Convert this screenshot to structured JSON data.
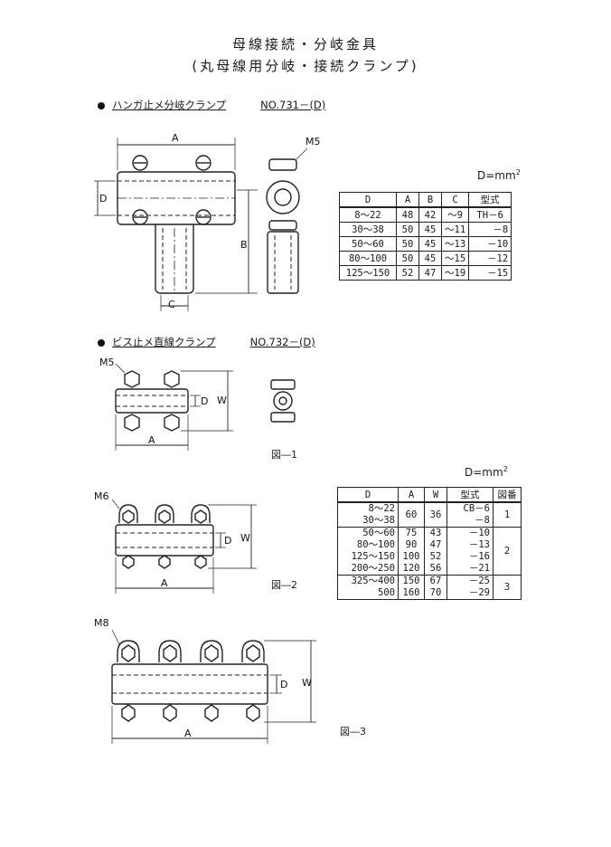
{
  "title_line1": "母線接続・分岐金具",
  "title_line2": "(丸母線用分岐・接続クランプ)",
  "section1": {
    "name": "ハンガ止メ分岐クランプ",
    "code": "NO.731－(D)"
  },
  "section2": {
    "name": "ビス止メ直線クランプ",
    "code": "NO.732－(D)"
  },
  "unit_label": "D=mm",
  "unit_exp": "2",
  "dims": {
    "A": "A",
    "B": "B",
    "C": "C",
    "D": "D",
    "W": "W",
    "M5": "M5",
    "M6": "M6",
    "M8": "M8"
  },
  "figures": {
    "fig1": "図―1",
    "fig2": "図―2",
    "fig3": "図―3"
  },
  "table1": {
    "headers": [
      "D",
      "A",
      "B",
      "C",
      "型式"
    ],
    "rows": [
      [
        "8～22",
        "48",
        "42",
        "～9",
        "TH－6"
      ],
      [
        "30～38",
        "50",
        "45",
        "～11",
        "－8"
      ],
      [
        "50～60",
        "50",
        "45",
        "～13",
        "－10"
      ],
      [
        "80～100",
        "50",
        "45",
        "～15",
        "－12"
      ],
      [
        "125～150",
        "52",
        "47",
        "～19",
        "－15"
      ]
    ]
  },
  "table2": {
    "headers": [
      "D",
      "A",
      "W",
      "型式",
      "図番"
    ],
    "groups": [
      {
        "fig": "1",
        "rows": [
          {
            "d": "8～22",
            "a": "60",
            "w": "36",
            "model": "CB－6"
          },
          {
            "d": "30～38",
            "a": "",
            "w": "",
            "model": "－8"
          }
        ]
      },
      {
        "fig": "2",
        "rows": [
          {
            "d": "50～60",
            "a": "75",
            "w": "43",
            "model": "－10"
          },
          {
            "d": "80～100",
            "a": "90",
            "w": "47",
            "model": "－13"
          },
          {
            "d": "125～150",
            "a": "100",
            "w": "52",
            "model": "－16"
          },
          {
            "d": "200～250",
            "a": "120",
            "w": "56",
            "model": "－21"
          }
        ]
      },
      {
        "fig": "3",
        "rows": [
          {
            "d": "325～400",
            "a": "150",
            "w": "67",
            "model": "－25"
          },
          {
            "d": "500",
            "a": "160",
            "w": "70",
            "model": "－29"
          }
        ]
      }
    ]
  }
}
